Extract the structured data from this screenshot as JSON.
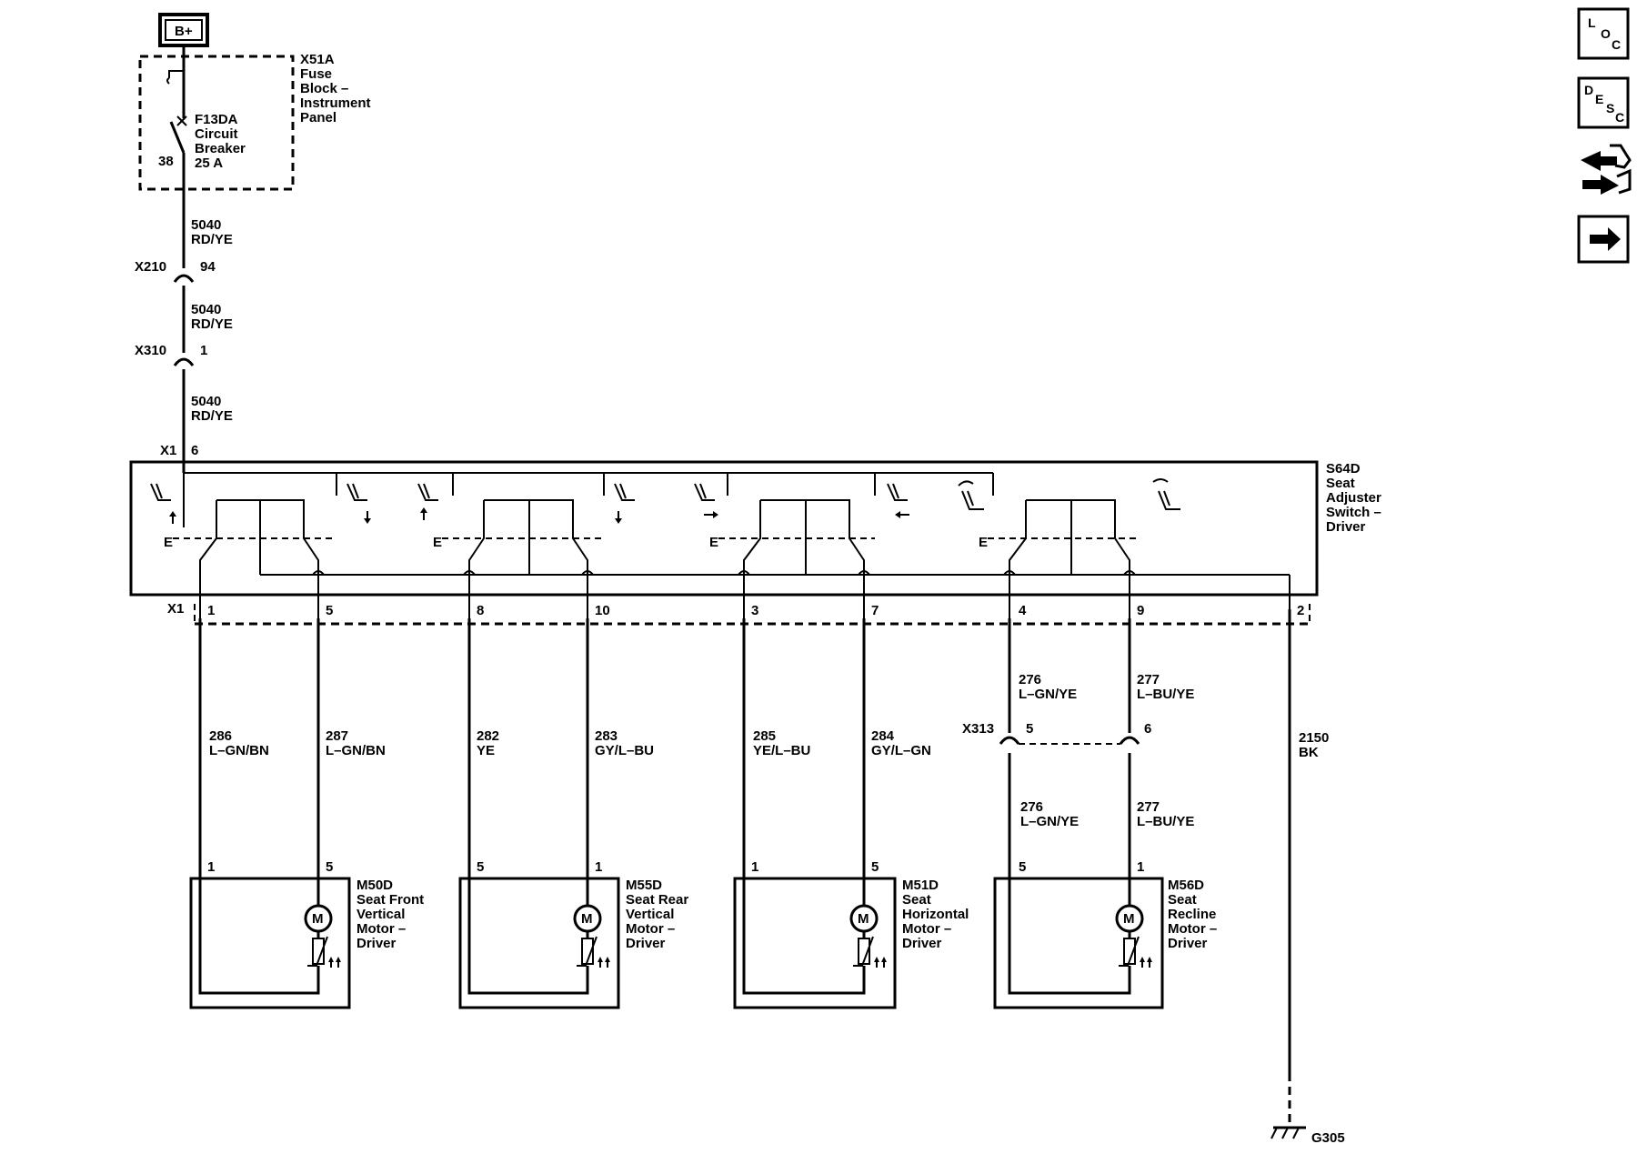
{
  "power": {
    "label": "B+"
  },
  "fuse_block": {
    "ref": "X51A",
    "line1": "Fuse",
    "line2": "Block –",
    "line3": "Instrument",
    "line4": "Panel",
    "pin": "38"
  },
  "breaker": {
    "line1": "F13DA",
    "line2": "Circuit",
    "line3": "Breaker",
    "line4": "25 A"
  },
  "feed_wires": [
    {
      "circuit": "5040",
      "color": "RD/YE"
    },
    {
      "circuit": "5040",
      "color": "RD/YE"
    },
    {
      "circuit": "5040",
      "color": "RD/YE"
    }
  ],
  "inline_connectors": {
    "x210": {
      "ref": "X210",
      "pin": "94"
    },
    "x310": {
      "ref": "X310",
      "pin": "1"
    },
    "x1_top": {
      "ref": "X1",
      "pin": "6"
    },
    "x1_bottom": {
      "ref": "X1"
    },
    "x313": {
      "ref": "X313",
      "pin_a": "5",
      "pin_b": "6"
    }
  },
  "switch": {
    "line1": "S64D",
    "line2": "Seat",
    "line3": "Adjuster",
    "line4": "Switch –",
    "line5": "Driver",
    "pins": [
      "1",
      "5",
      "8",
      "10",
      "3",
      "7",
      "4",
      "9",
      "2"
    ]
  },
  "wires": [
    {
      "circuit": "286",
      "color": "L–GN/BN"
    },
    {
      "circuit": "287",
      "color": "L–GN/BN"
    },
    {
      "circuit": "282",
      "color": "YE"
    },
    {
      "circuit": "283",
      "color": "GY/L–BU"
    },
    {
      "circuit": "285",
      "color": "YE/L–BU"
    },
    {
      "circuit": "284",
      "color": "GY/L–GN"
    },
    {
      "circuit": "276",
      "color": "L–GN/YE"
    },
    {
      "circuit": "277",
      "color": "L–BU/YE"
    },
    {
      "circuit": "276",
      "color": "L–GN/YE"
    },
    {
      "circuit": "277",
      "color": "L–BU/YE"
    },
    {
      "circuit": "2150",
      "color": "BK"
    }
  ],
  "motors": [
    {
      "ref": "M50D",
      "line1": "Seat Front",
      "line2": "Vertical",
      "line3": "Motor –",
      "line4": "Driver",
      "pin_left": "1",
      "pin_right": "5"
    },
    {
      "ref": "M55D",
      "line1": "Seat Rear",
      "line2": "Vertical",
      "line3": "Motor –",
      "line4": "Driver",
      "pin_left": "5",
      "pin_right": "1"
    },
    {
      "ref": "M51D",
      "line1": "Seat",
      "line2": "Horizontal",
      "line3": "Motor –",
      "line4": "Driver",
      "pin_left": "1",
      "pin_right": "5"
    },
    {
      "ref": "M56D",
      "line1": "Seat",
      "line2": "Recline",
      "line3": "Motor –",
      "line4": "Driver",
      "pin_left": "5",
      "pin_right": "1"
    }
  ],
  "motor_symbol": "M",
  "ground": {
    "ref": "G305"
  },
  "nav": {
    "loc": {
      "l1": "L",
      "l2": "O",
      "l3": "C"
    },
    "desc": {
      "l1": "D",
      "l2": "E",
      "l3": "S",
      "l4": "C"
    },
    "arrow": "➔"
  }
}
